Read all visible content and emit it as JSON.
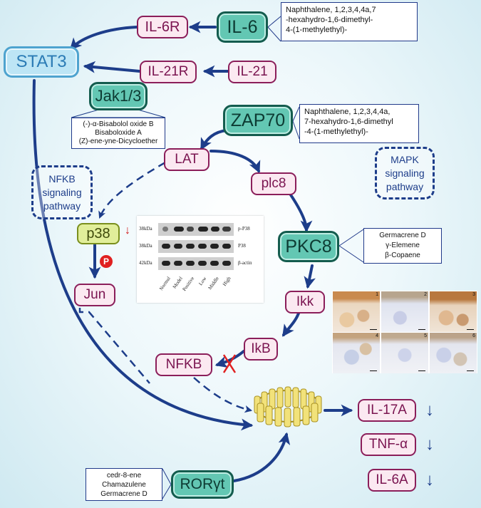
{
  "nodes": {
    "stat3": "STAT3",
    "il6r": "IL-6R",
    "il6": "IL-6",
    "il21r": "IL-21R",
    "il21": "IL-21",
    "jak": "Jak1/3",
    "zap70": "ZAP70",
    "lat": "LAT",
    "plc8": "plc8",
    "pkc8": "PKC8",
    "p38": "p38",
    "jun": "Jun",
    "ikk": "Ikk",
    "ikb": "IkB",
    "nfkb": "NFKB",
    "il17a": "IL-17A",
    "tnfa": "TNF-α",
    "il6a": "IL-6A",
    "roryt": "RORγt"
  },
  "compound_boxes": {
    "il6": [
      "Naphthalene, 1,2,3,4,4a,7",
      "-hexahydro-1,6-dimethyl-",
      "4-(1-methylethyl)-"
    ],
    "jak": [
      "(-)-α-Bisabolol oxide B",
      "Bisaboloxide A",
      "(Z)-ene-yne-Dicycloether"
    ],
    "zap70": [
      "Naphthalene, 1,2,3,4,4a,",
      "7-hexahydro-1,6-dimethyl",
      "-4-(1-methylethyl)-"
    ],
    "pkc8": [
      "Germacrene D",
      "γ-Elemene",
      "β-Copaene"
    ],
    "roryt": [
      "cedr-8-ene",
      "Chamazulene",
      "Germacrene D"
    ]
  },
  "pathways": {
    "nfkb": [
      "NFKB",
      "signaling",
      "pathway"
    ],
    "mapk": [
      "MAPK",
      "signaling",
      "pathway"
    ]
  },
  "badges": {
    "phospho": "P",
    "down_arrow": "↓",
    "red_down_arrow": "↓"
  },
  "western_blot": {
    "rows": [
      {
        "size": "38kDa",
        "name": "p-P38"
      },
      {
        "size": "38kDa",
        "name": "P38"
      },
      {
        "size": "42kDa",
        "name": "β-actin"
      }
    ],
    "groups": [
      "Normal",
      "Model",
      "Positive",
      "Low",
      "Middle",
      "High"
    ]
  },
  "histology": {
    "panels": [
      "1",
      "2",
      "3",
      "4",
      "5",
      "6"
    ]
  },
  "colors": {
    "arrow": "#1d3d8a",
    "teal_fill": "#63c7b3",
    "pink_fill": "#fbe9f1",
    "stat3_fill": "#bde5f5",
    "inhibit": "#e02020"
  }
}
